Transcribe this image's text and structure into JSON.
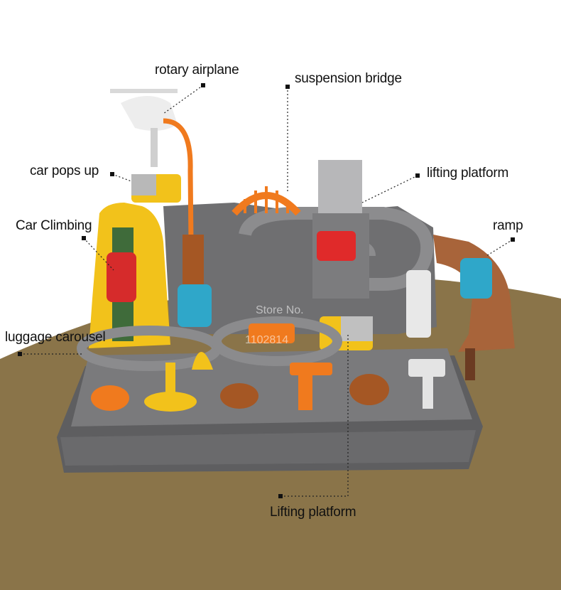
{
  "labels": {
    "rotary_airplane": "rotary airplane",
    "suspension_bridge": "suspension bridge",
    "car_pops_up": "car pops up",
    "lifting_platform_top": "lifting platform",
    "car_climbing": "Car Climbing",
    "ramp": "ramp",
    "luggage_carousel": "luggage carousel",
    "lifting_platform_bottom": "Lifting platform"
  },
  "watermark": {
    "line1": "Store No.",
    "line2": "1102814"
  },
  "colors": {
    "floor": "#8a7449",
    "toy_gray": "#6f6f71",
    "toy_dark": "#505052",
    "orange": "#f07a1e",
    "yellow": "#f2c21b",
    "brown_track": "#a8643a"
  }
}
